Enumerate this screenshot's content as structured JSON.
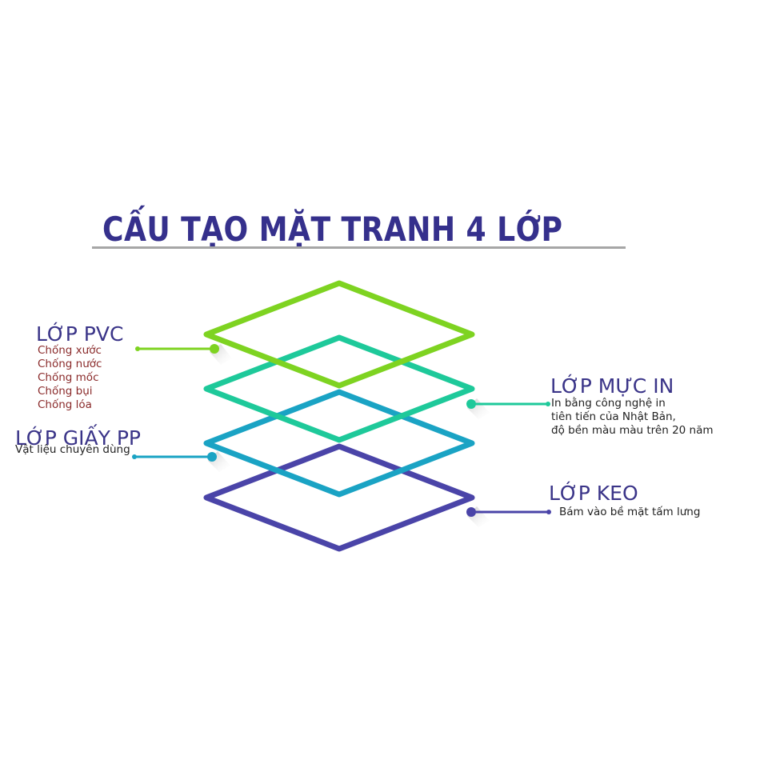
{
  "title": "CẤU TẠO MẶT TRANH 4 LỚP",
  "colors": {
    "title": "#35308c",
    "underline": "#a6a6a6",
    "pvc": "#7ed321",
    "muc_in": "#1ec99a",
    "giay_pp": "#1aa3c4",
    "keo": "#4a44a8",
    "label_heading": "#3a3488",
    "pvc_desc": "#8a2a2a",
    "desc": "#222222"
  },
  "layers": [
    {
      "id": "pvc",
      "name": "LỚP PVC",
      "side": "left",
      "description": [
        "Chống xước",
        "Chống nước",
        "Chống mốc",
        "Chống bụi",
        "Chống lóa"
      ]
    },
    {
      "id": "muc_in",
      "name": "LỚP MỰC IN",
      "side": "right",
      "description": [
        "In bằng công nghệ in",
        "tiên tiến của Nhật Bản,",
        "độ bền màu màu trên 20 năm"
      ]
    },
    {
      "id": "giay_pp",
      "name": "LỚP GIẤY PP",
      "side": "left",
      "description": [
        "Vật liệu chuyên dùng"
      ]
    },
    {
      "id": "keo",
      "name": "LỚP KEO",
      "side": "right",
      "description": [
        "Bám vào bề mặt tấm lưng"
      ]
    }
  ]
}
